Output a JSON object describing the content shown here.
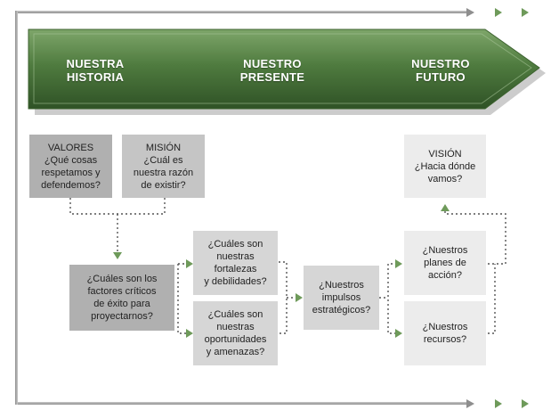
{
  "banner": {
    "history_line1": "NUESTRA",
    "history_line2": "HISTORIA",
    "present_line1": "NUESTRO",
    "present_line2": "PRESENTE",
    "future_line1": "NUESTRO",
    "future_line2": "FUTURO",
    "color": "#4e7a3e"
  },
  "boxes": {
    "valores": [
      "VALORES",
      "¿Qué cosas",
      "respetamos y",
      "defendemos?"
    ],
    "mision": [
      "MISIÓN",
      "¿Cuál es",
      "nuestra razón",
      "de existir?"
    ],
    "factores": [
      "¿Cuáles son los",
      "factores críticos",
      "de éxito para",
      "proyectarnos?"
    ],
    "fortalezas": [
      "¿Cuáles son",
      "nuestras",
      "fortalezas",
      "y debilidades?"
    ],
    "oportunidades": [
      "¿Cuáles son",
      "nuestras",
      "oportunidades",
      "y amenazas?"
    ],
    "impulsos": [
      "¿Nuestros",
      "impulsos",
      "estratégicos?"
    ],
    "planes": [
      "¿Nuestros",
      "planes de",
      "acción?"
    ],
    "recursos": [
      "¿Nuestros",
      "recursos?"
    ],
    "vision": [
      "VISIÓN",
      "¿Hacia dónde",
      "vamos?"
    ]
  },
  "colors": {
    "accent_green": "#6e9a5a",
    "connector": "#555555"
  }
}
